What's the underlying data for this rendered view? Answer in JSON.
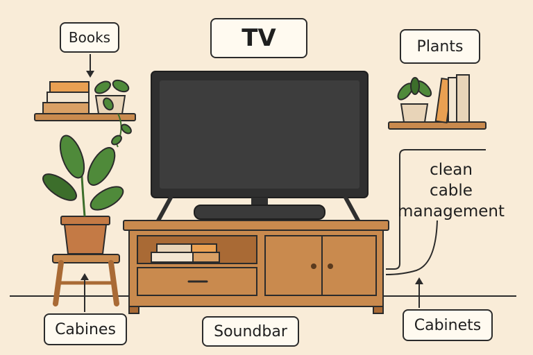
{
  "labels": {
    "tv": "TV",
    "books": "Books",
    "plants": "Plants",
    "cable_lines": [
      "clean",
      "cable",
      "management"
    ],
    "cabines": "Cabines",
    "soundbar": "Soundbar",
    "cabinets": "Cabinets"
  },
  "colors": {
    "background": "#f9ecd8",
    "wood": "#c98a4e",
    "wood_dark": "#a96a35",
    "screen": "#3d3d3d",
    "tv_frame": "#2f2f2f",
    "leaf": "#4f8a3a",
    "leaf_dark": "#3c6e2b",
    "pot": "#c47a45",
    "outline": "#2b2b2b"
  }
}
